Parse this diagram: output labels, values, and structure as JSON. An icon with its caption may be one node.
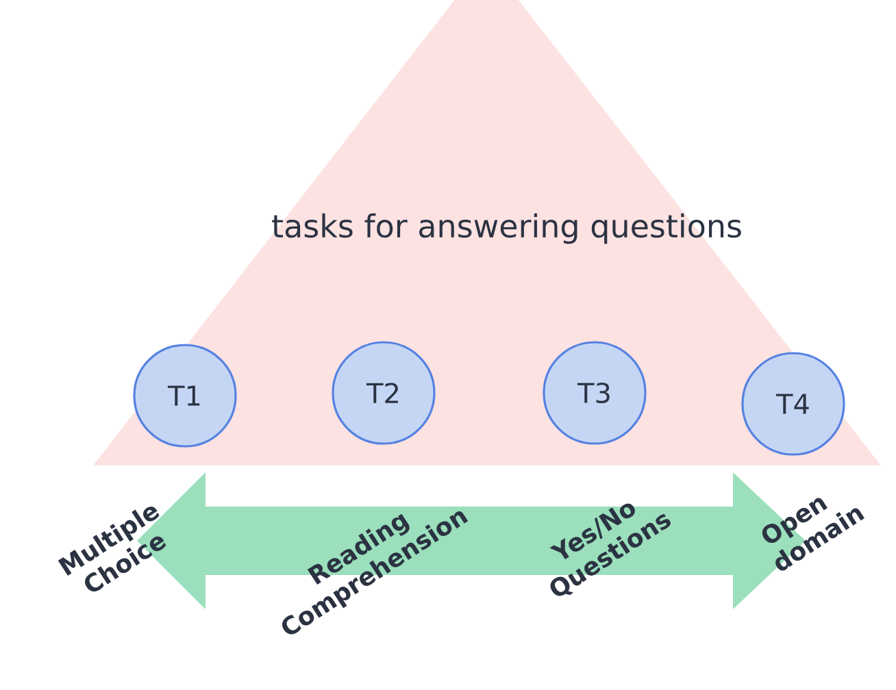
{
  "diagram": {
    "nodes": [
      {
        "text": [
          "tasks for answering questions"
        ]
      },
      {
        "text": [
          "T1"
        ],
        "in": 0
      },
      {
        "text": [
          "T2"
        ],
        "in": 0
      },
      {
        "text": [
          "T3"
        ],
        "in": 0
      },
      {
        "text": [
          "T4"
        ],
        "in": 0
      }
    ],
    "edges": [],
    "labels": [
      "Multiple Choice",
      "Reading Comprehension",
      "Yes/No Questions",
      "Open domain"
    ]
  }
}
